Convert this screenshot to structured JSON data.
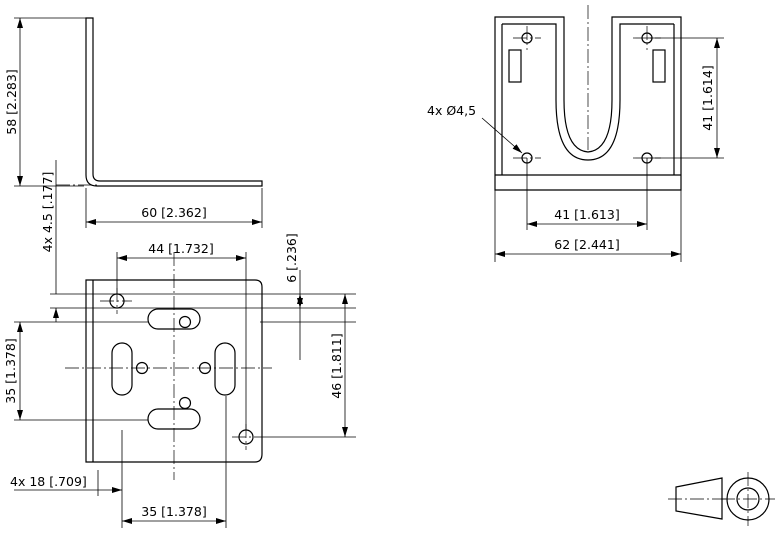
{
  "dimensions": {
    "height_58": "58 [2.283]",
    "length_60": "60 [2.362]",
    "hole_offset_side": "4x 4.5 [.177]",
    "width_44": "44 [1.732]",
    "offset_6": "6 [.236]",
    "slot_35_vertical": "35 [1.378]",
    "height_46": "46 [1.811]",
    "slot_len_18": "4x 18 [.709]",
    "slot_35_horizontal": "35 [1.378]",
    "hole_dia": "4x Ø4,5",
    "front_41_vertical": "41 [1.614]",
    "front_41_horizontal": "41 [1.613]",
    "front_62": "62 [2.441]"
  },
  "symbols": {
    "projection": "third-angle-projection-symbol"
  }
}
